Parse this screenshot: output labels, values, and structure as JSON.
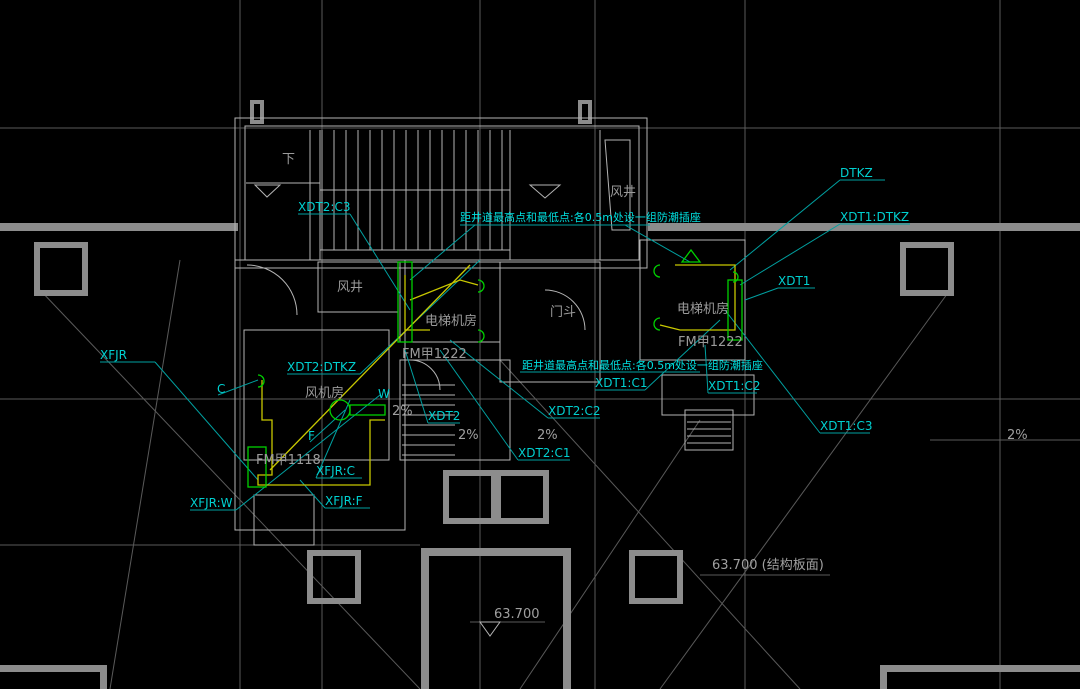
{
  "drawing": {
    "labels": {
      "xdt2_c3": "XDT2:C3",
      "dtkz": "DTKZ",
      "xdt1_dtkz": "XDT1:DTKZ",
      "xdt1_top": "XDT1",
      "xfjr": "XFJR",
      "c": "C",
      "w": "W",
      "f": "F",
      "xdt2_dtkz": "XDT2:DTKZ",
      "xdt1_c1": "XDT1:C1",
      "xdt1_c2": "XDT1:C2",
      "xdt1_c3": "XDT1:C3",
      "xdt2_c2": "XDT2:C2",
      "xdt2": "XDT2",
      "xdt2_c1": "XDT2:C1",
      "xfjr_c": "XFJR:C",
      "xfjr_w": "XFJR:W",
      "xfjr_f": "XFJR:F"
    },
    "notes": {
      "socket_note_top": "距井道最高点和最低点:各0.5m处设一组防潮插座",
      "socket_note_bottom": "距井道最高点和最低点:各0.5m处设一组防潮插座"
    },
    "rooms": {
      "down": "下",
      "shaft_left": "风井",
      "shaft_right": "风井",
      "elevator_room_left": "电梯机房",
      "elevator_room_right": "电梯机房",
      "fan_room": "风机房",
      "door_hall": "门斗",
      "door_fm1222_left": "FM甲1222",
      "door_fm1222_right": "FM甲1222",
      "door_fm1118": "FM甲1118"
    },
    "dimensions": {
      "slope_1": "2%",
      "slope_2": "2%",
      "slope_3": "2%",
      "slope_4": "2%",
      "elevation_structural": "63.700 (结构板面)",
      "elevation": "63.700"
    },
    "colors": {
      "background": "#000000",
      "annotation": "#00d0d0",
      "wiring_yellow": "#c8c800",
      "wiring_green": "#00d000",
      "walls": "#b4b4b4"
    }
  }
}
